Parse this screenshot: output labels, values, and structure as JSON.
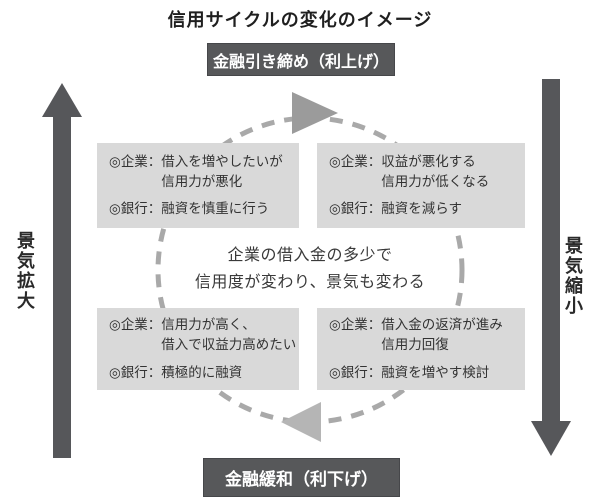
{
  "title": "信用サイクルの変化のイメージ",
  "banners": {
    "top": "金融引き締め（利上げ）",
    "bottom": "金融緩和（利下げ）"
  },
  "side_labels": {
    "left": "景気拡大",
    "right": "景気縮小"
  },
  "center_note": {
    "line1": "企業の借入金の多少で",
    "line2": "信用度が変わり、景気も変わる"
  },
  "quadrants": {
    "top_left": {
      "company_label": "◎企業：",
      "company_line1": "借入を増やしたいが",
      "company_line2": "信用力が悪化",
      "bank_label": "◎銀行：",
      "bank_line1": "融資を慎重に行う"
    },
    "top_right": {
      "company_label": "◎企業：",
      "company_line1": "収益が悪化する",
      "company_line2": "信用力が低くなる",
      "bank_label": "◎銀行：",
      "bank_line1": "融資を減らす"
    },
    "bottom_left": {
      "company_label": "◎企業：",
      "company_line1": "信用力が高く、",
      "company_line2": "借入で収益力高めたい",
      "bank_label": "◎銀行：",
      "bank_line1": "積極的に融資"
    },
    "bottom_right": {
      "company_label": "◎企業：",
      "company_line1": "借入金の返済が進み",
      "company_line2": "信用力回復",
      "bank_label": "◎銀行：",
      "bank_line1": "融資を増やす検討"
    }
  },
  "colors": {
    "banner_bg": "#57585a",
    "banner_text": "#ffffff",
    "side_arrow": "#56575a",
    "quadrant_bg": "#d9d9d9",
    "circle_dash": "#a9a9a9",
    "cycle_arrow_top": "#9b9b9b",
    "cycle_arrow_bottom": "#b5b5b5",
    "text_dark": "#333333"
  }
}
